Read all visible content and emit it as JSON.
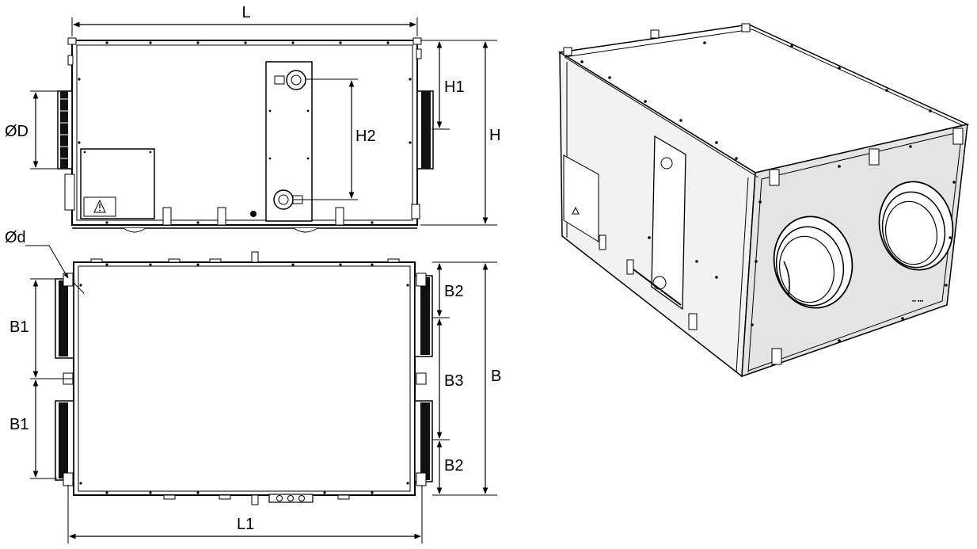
{
  "front_view": {
    "dim_L": "L",
    "dim_H": "H",
    "dim_H1": "H1",
    "dim_H2": "H2",
    "dim_D": "ØD"
  },
  "top_view": {
    "dim_d": "Ød",
    "dim_B": "B",
    "dim_B1_upper": "B1",
    "dim_B1_lower": "B1",
    "dim_B2_upper": "B2",
    "dim_B2_lower": "B2",
    "dim_B3": "B3",
    "dim_L1": "L1"
  },
  "icons": {
    "warning": "warning-triangle-icon"
  }
}
